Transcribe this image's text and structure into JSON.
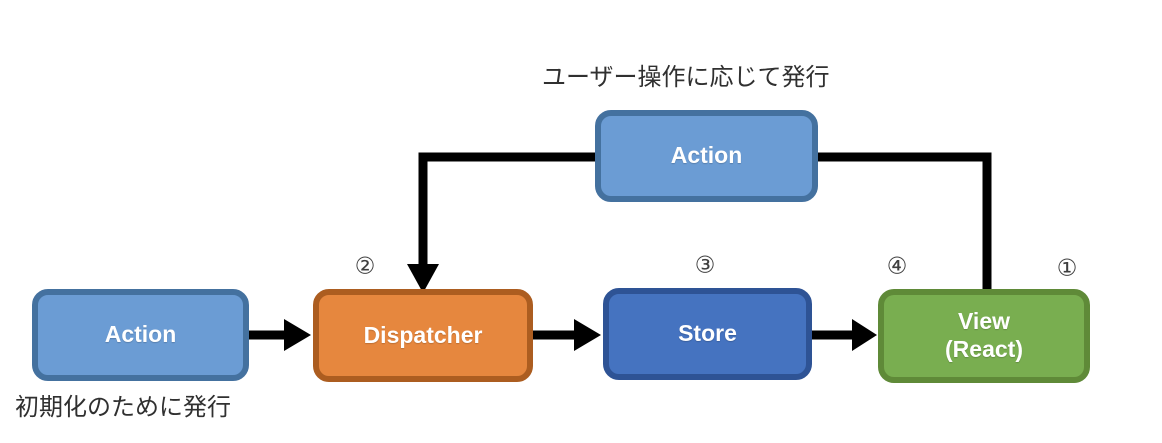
{
  "diagram": {
    "description": "flux-data-flow-diagram",
    "annotations": {
      "top_label": "ユーザー操作に応じて発行",
      "bottom_label": "初期化のために発行"
    },
    "nodes": {
      "action_top": {
        "label": "Action",
        "fill": "#6B9CD4",
        "border": "#44719F",
        "text_color": "#FFFFFF"
      },
      "action_init": {
        "label": "Action",
        "fill": "#6B9CD4",
        "border": "#44719F",
        "text_color": "#FFFFFF"
      },
      "dispatcher": {
        "label": "Dispatcher",
        "fill": "#E6873E",
        "border": "#AC5D20",
        "text_color": "#FFFFFF"
      },
      "store": {
        "label": "Store",
        "fill": "#4573C0",
        "border": "#2E5395",
        "text_color": "#FFFFFF"
      },
      "view": {
        "label": "View\n(React)",
        "fill": "#79AE50",
        "border": "#5F8A38",
        "text_color": "#FFFFFF"
      }
    },
    "step_badges": [
      {
        "label": "②"
      },
      {
        "label": "③"
      },
      {
        "label": "④"
      },
      {
        "label": "①"
      }
    ],
    "connector_color": "#000000",
    "label_color": "#303030"
  }
}
